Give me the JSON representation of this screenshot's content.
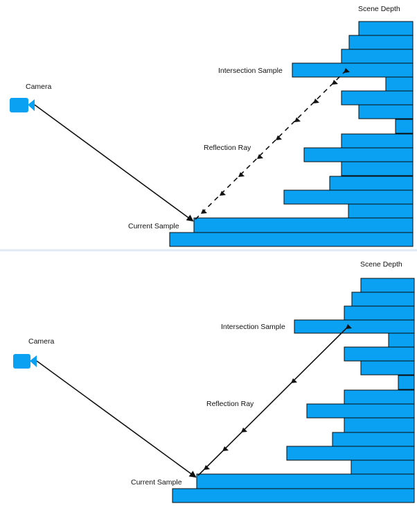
{
  "colors": {
    "depth_bar": "#0aa1f2",
    "camera": "#0aa1f2",
    "outline": "#0c0c0c",
    "ray": "#111111"
  },
  "panels": [
    {
      "id": "top",
      "ray_style": "dashed",
      "labels": {
        "scene_depth": "Scene Depth",
        "camera": "Camera",
        "intersection_sample": "Intersection Sample",
        "reflection_ray": "Reflection Ray",
        "current_sample": "Current Sample"
      },
      "icons": {
        "camera": "camera-icon"
      }
    },
    {
      "id": "bottom",
      "ray_style": "solid",
      "labels": {
        "scene_depth": "Scene Depth",
        "camera": "Camera",
        "intersection_sample": "Intersection Sample",
        "reflection_ray": "Reflection Ray",
        "current_sample": "Current Sample"
      },
      "icons": {
        "camera": "camera-icon"
      }
    }
  ]
}
